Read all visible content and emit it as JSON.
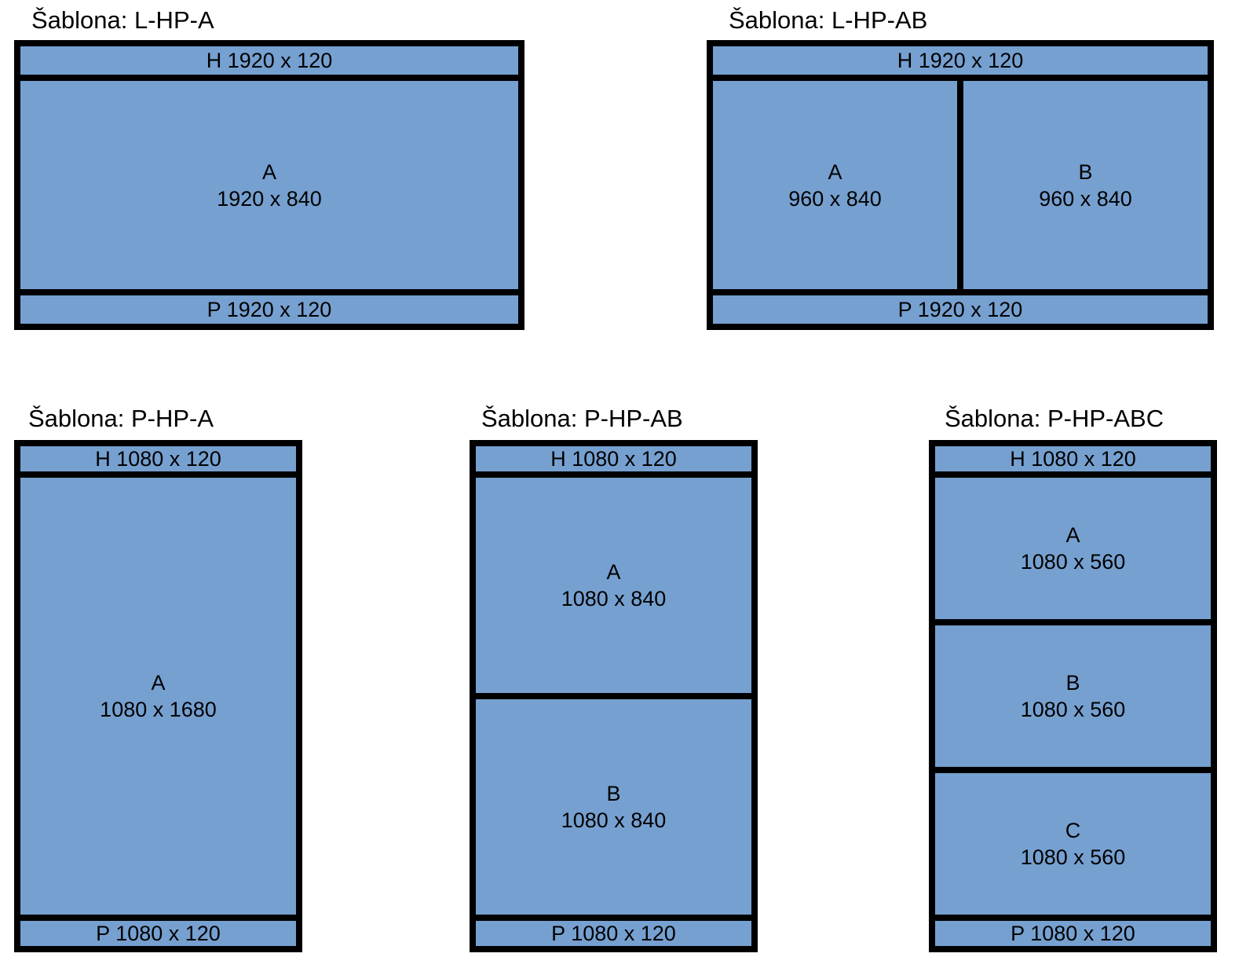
{
  "page": {
    "background_color": "#ffffff",
    "block_fill_color": "#76A0D0",
    "border_color": "#000000",
    "title_prefix": "Šablona:"
  },
  "templates": [
    {
      "id": "l-hp-a",
      "title": "Šablona: L-HP-A",
      "orientation": "landscape",
      "header": "H 1920 x 120",
      "footer": "P 1920 x 120",
      "zones": [
        {
          "key": "A",
          "name": "A",
          "size": "1920 x 840"
        }
      ]
    },
    {
      "id": "l-hp-ab",
      "title": "Šablona: L-HP-AB",
      "orientation": "landscape",
      "header": "H 1920 x 120",
      "footer": "P 1920 x 120",
      "zones": [
        {
          "key": "A",
          "name": "A",
          "size": "960 x 840"
        },
        {
          "key": "B",
          "name": "B",
          "size": "960 x 840"
        }
      ]
    },
    {
      "id": "p-hp-a",
      "title": "Šablona: P-HP-A",
      "orientation": "portrait",
      "header": "H 1080 x 120",
      "footer": "P 1080 x 120",
      "zones": [
        {
          "key": "A",
          "name": "A",
          "size": "1080 x 1680"
        }
      ]
    },
    {
      "id": "p-hp-ab",
      "title": "Šablona: P-HP-AB",
      "orientation": "portrait",
      "header": "H 1080 x 120",
      "footer": "P 1080 x 120",
      "zones": [
        {
          "key": "A",
          "name": "A",
          "size": "1080 x 840"
        },
        {
          "key": "B",
          "name": "B",
          "size": "1080 x 840"
        }
      ]
    },
    {
      "id": "p-hp-abc",
      "title": "Šablona: P-HP-ABC",
      "orientation": "portrait",
      "header": "H 1080 x 120",
      "footer": "P 1080 x 120",
      "zones": [
        {
          "key": "A",
          "name": "A",
          "size": "1080 x 560"
        },
        {
          "key": "B",
          "name": "B",
          "size": "1080 x 560"
        },
        {
          "key": "C",
          "name": "C",
          "size": "1080 x 560"
        }
      ]
    }
  ]
}
